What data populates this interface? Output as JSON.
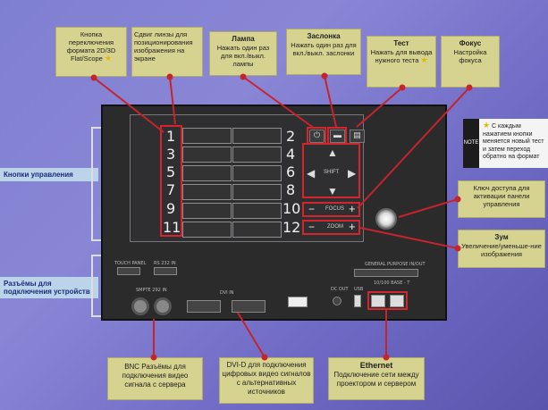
{
  "callouts": {
    "format": {
      "text": "Кнопка переключения формата 2D/3D  Flat/Scope"
    },
    "lens": {
      "text": "Сдвиг линзы для позиционирования изображения на экране"
    },
    "lamp": {
      "title": "Лампа",
      "text": "Нажать один раз для вкл./выкл. лампы"
    },
    "shutter": {
      "title": "Заслонка",
      "text": "Нажать один раз для вкл./выкл. заслонки"
    },
    "test": {
      "title": "Тест",
      "text": "Нажать для вывода нужного теста"
    },
    "focus": {
      "title": "Фокус",
      "text": "Настройка фокуса"
    },
    "key": {
      "text": "Ключ доступа  для активации панели управления"
    },
    "zoom": {
      "title": "Зум",
      "text": "Увеличение/уменьше-ние изображения"
    },
    "bnc": {
      "text": "BNC Разъёмы для подключения видео сигнала с сервера"
    },
    "dvi": {
      "text": "DVI-D для подключения цифровых видео сигналов с альтернативных источников"
    },
    "ethernet": {
      "title": "Ethernet",
      "text": "Подключение сети между проектором и сервером"
    }
  },
  "side_labels": {
    "controls": "Кнопки управления",
    "connectors": "Разъёмы для подключения устройств"
  },
  "note": {
    "tag": "NOTE",
    "text": "С каждым нажатием кнопки меняется новый тест и затем переход обратно на формат"
  },
  "panel": {
    "left_numbers": [
      "1",
      "3",
      "5",
      "7",
      "9",
      "11"
    ],
    "right_numbers": [
      "2",
      "4",
      "6",
      "8",
      "10",
      "12"
    ],
    "shift_label": "SHIFT",
    "focus_label": "FOCUS",
    "zoom_label": "ZOOM",
    "minus": "−",
    "plus": "+",
    "connector_labels": {
      "touch": "TOUCH PANEL",
      "rs232": "RS 232 IN",
      "gpio": "GENERAL PURPOSE IN/OUT",
      "sdi": "SMPTE 292 IN",
      "dvi": "DVI IN",
      "dc": "DC OUT",
      "usb": "USB",
      "eth": "10/100 BASE - T"
    }
  },
  "colors": {
    "accent": "#c6242c",
    "callout": "#d6d28f",
    "background": "#7f7fd0"
  }
}
